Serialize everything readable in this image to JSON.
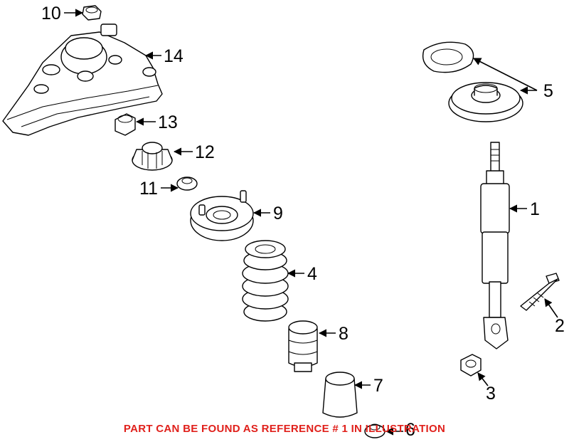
{
  "callouts": {
    "c1": "1",
    "c2": "2",
    "c3": "3",
    "c4": "4",
    "c5": "5",
    "c6": "6",
    "c7": "7",
    "c8": "8",
    "c9": "9",
    "c10": "10",
    "c11": "11",
    "c12": "12",
    "c13": "13",
    "c14": "14"
  },
  "note": "PART CAN BE FOUND AS REFERENCE # 1 IN ILLUSTRATION",
  "colors": {
    "note": "#e0201b",
    "line": "#000000",
    "background": "#ffffff"
  }
}
